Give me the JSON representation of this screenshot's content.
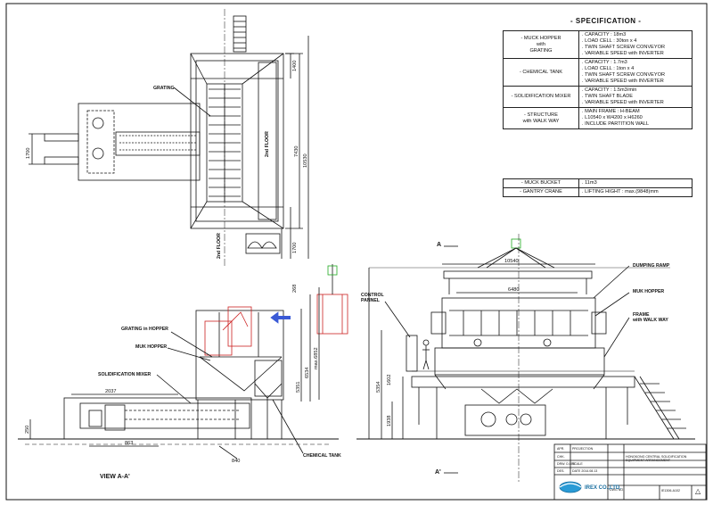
{
  "specification": {
    "title": "- SPECIFICATION -",
    "rows": [
      {
        "name": "- MUCK HOPPER\nwith\nGRATING",
        "values": [
          ". CAPACITY : 18m3",
          ". LOAD CELL : 30ton x 4",
          ". TWIN SHAFT SCREW CONVEYOR",
          ". VARIABLE SPEED with INVERTER"
        ]
      },
      {
        "name": "- CHEMICAL TANK",
        "values": [
          ". CAPACITY : 1.7m3",
          ". LOAD CELL : 1ton x 4",
          ". TWIN SHAFT SCREW CONVEYOR",
          ". VARIABLE SPEED with INVERTER"
        ]
      },
      {
        "name": "- SOLIDIFICATION MIXER",
        "values": [
          ". CAPACITY : 1.5m3/min",
          ". TWIN SHAFT BLADE",
          ". VARIABLE SPEED with INVERTER"
        ]
      },
      {
        "name": "- STRUCTURE\nwith WALK WAY",
        "values": [
          ". MAIN FRAME : H-BEAM",
          ". L10540 x W4200 x H6260",
          ". INCLUDE PARTITION WALL"
        ]
      }
    ],
    "rows2": [
      {
        "name": "- MUCK BUCKET",
        "values": [
          ". 11m3"
        ]
      },
      {
        "name": "- GANTRY CRANE",
        "values": [
          ". LIFTING HIGHT : max.(9848)mm"
        ]
      }
    ]
  },
  "plan_view": {
    "grating": "GRATING",
    "floor_a": "2nd FLOOR",
    "floor_b": "2nd FLOOR",
    "dims": {
      "d1700_left": "1700",
      "d7430": "7430",
      "d10530": "10530",
      "d1400": "1400",
      "d1700_bot": "1700"
    }
  },
  "side_view": {
    "labels": {
      "grating": "GRATING in HOPPER",
      "muck_hopper": "MUK HOPPER",
      "mixer": "SOLIDIFICATION MIXER",
      "chemical_tank": "CHEMICAL TANK"
    },
    "dims": {
      "d2037": "2037",
      "d863": "863",
      "d840": "840",
      "d250": "250",
      "d5351": "5351",
      "d6534": "6534",
      "dmax": "max.6852",
      "d268": "268"
    },
    "caption": "VIEW A-A'"
  },
  "front_view": {
    "labels": {
      "control_panel": "CONTROL\nPANNEL",
      "dumping_ramp": "DUMPING RAMP",
      "muk_hopper": "MUK HOPPER",
      "frame": "FRAME\nwith WALK WAY"
    },
    "dims": {
      "d10540": "10540",
      "d6480": "6480",
      "d5354": "5354",
      "d1602": "1602",
      "d1938": "1938"
    },
    "section_a": "A",
    "section_a2": "A'"
  },
  "title_block": {
    "company": "IREX CO.,LTD.",
    "rows": [
      "APR.",
      "CHK.",
      "DRW. D.LEE",
      "DES.",
      "PROJECTION",
      "SCALE",
      "DATE 2014.08.13",
      "DWG NO."
    ],
    "project": "HONGKONG CENTRAL SOLIDIFICATION EQUIPMENT ARRANGEMENT",
    "dwg_no": "IE1306-A102"
  }
}
